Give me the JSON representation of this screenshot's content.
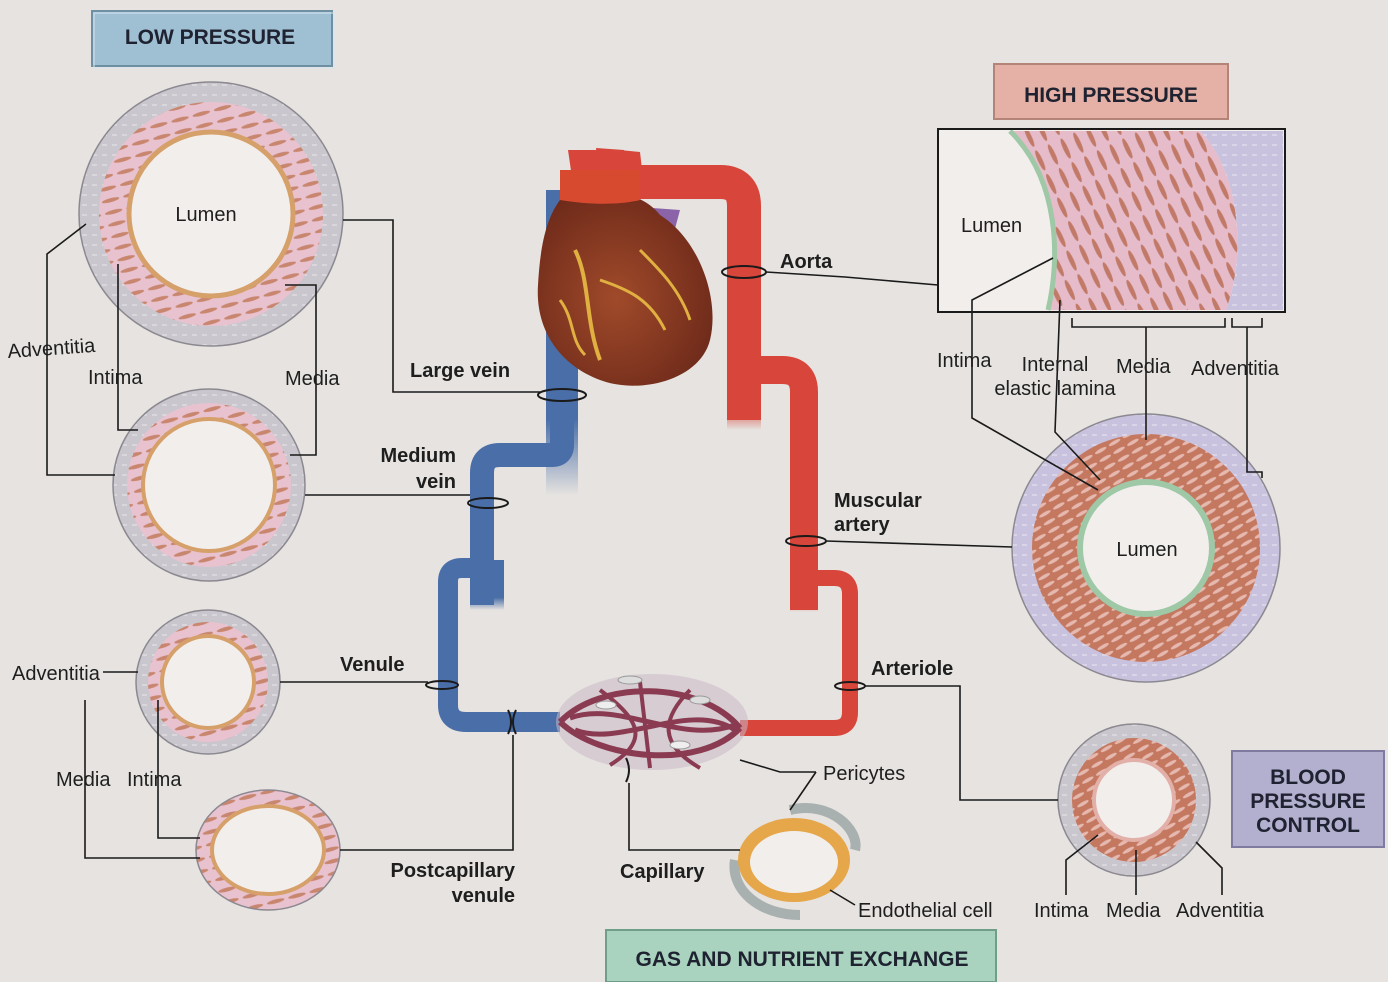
{
  "boxes": {
    "low_pressure": "LOW PRESSURE",
    "high_pressure": "HIGH PRESSURE",
    "blood_pressure_control": [
      "BLOOD",
      "PRESSURE",
      "CONTROL"
    ],
    "gas_exchange": "GAS AND NUTRIENT EXCHANGE"
  },
  "vessel_labels": {
    "aorta": "Aorta",
    "large_vein": "Large vein",
    "medium_vein": [
      "Medium",
      "vein"
    ],
    "muscular_artery": [
      "Muscular",
      "artery"
    ],
    "venule": "Venule",
    "arteriole": "Arteriole",
    "postcapillary_venule": [
      "Postcapillary",
      "venule"
    ],
    "capillary": "Capillary"
  },
  "layer_labels": {
    "large_vein_lumen": "Lumen",
    "large_vein_adventitia": "Adventitia",
    "large_vein_intima": "Intima",
    "large_vein_media": "Media",
    "venule_adventitia": "Adventitia",
    "venule_media": "Media",
    "venule_intima": "Intima",
    "aorta_lumen": "Lumen",
    "aorta_intima": "Intima",
    "aorta_internal_elastic_lamina": [
      "Internal",
      "elastic lamina"
    ],
    "aorta_media": "Media",
    "aorta_adventitia": "Adventitia",
    "muscular_artery_lumen": "Lumen",
    "arteriole_intima": "Intima",
    "arteriole_media": "Media",
    "arteriole_adventitia": "Adventitia",
    "pericytes": "Pericytes",
    "endothelial_cell": "Endothelial cell"
  },
  "colors": {
    "artery": "#d8453a",
    "vein": "#4a6ea8",
    "heart": "#8c3a24",
    "adventitia": "#c8c4cc",
    "media_pink": "#e6bccb",
    "low_pressure_box": "#9fbfd3",
    "high_pressure_box": "#e5b1a6",
    "blood_pressure_box": "#b3afce",
    "gas_exchange_box": "#a9d3be"
  }
}
